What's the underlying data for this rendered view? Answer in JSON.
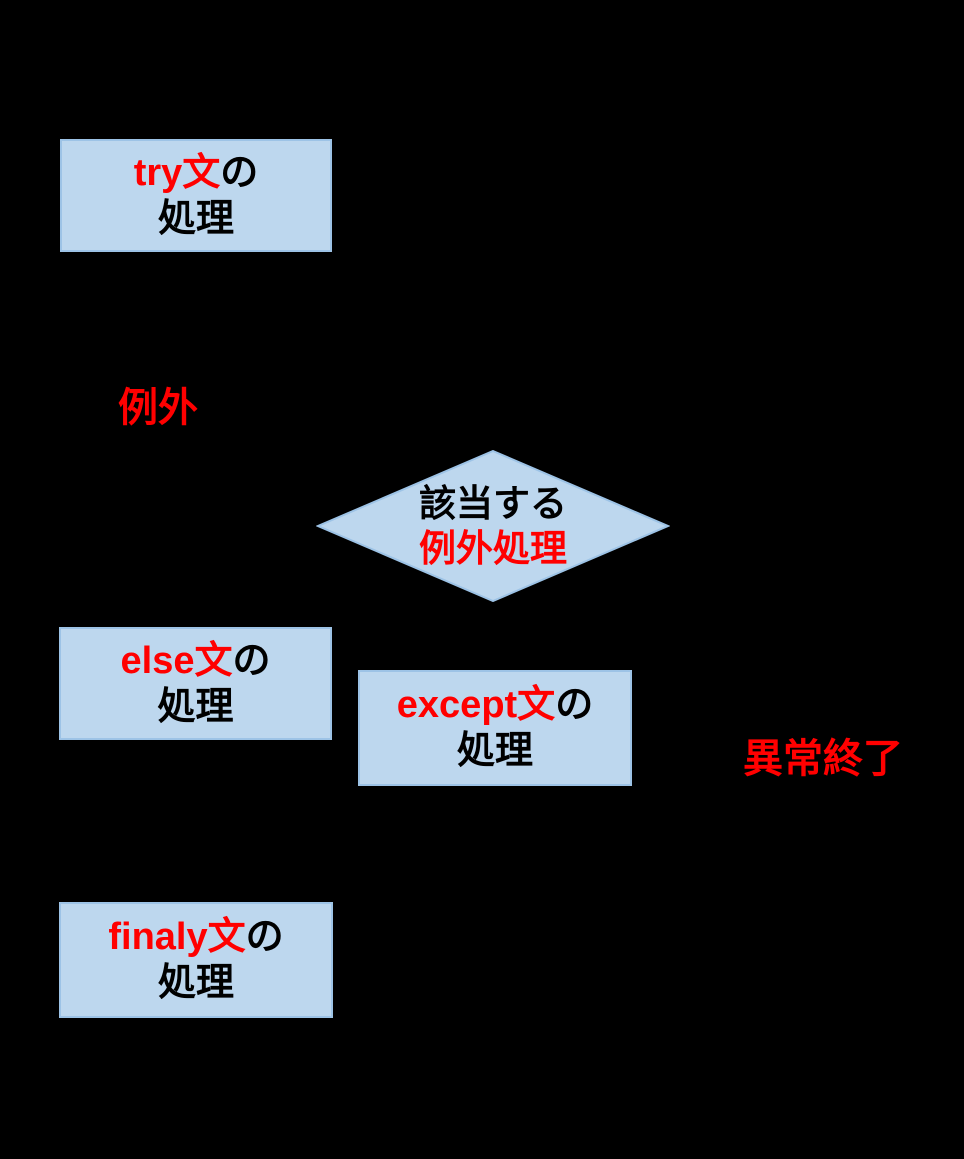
{
  "nodes": {
    "try_box": {
      "keyword": "try文",
      "suffix": "の",
      "line2": "処理"
    },
    "decision": {
      "line1": "該当する",
      "line2": "例外処理"
    },
    "else_box": {
      "keyword": "else文",
      "suffix": "の",
      "line2": "処理"
    },
    "except_box": {
      "keyword": "except文",
      "suffix": "の",
      "line2": "処理"
    },
    "finally_box": {
      "keyword": "finaly文",
      "suffix": "の",
      "line2": "処理"
    }
  },
  "labels": {
    "exception": "例外",
    "abnormal_termination": "異常終了"
  },
  "colors": {
    "background": "#000000",
    "node_fill": "#BDD7EE",
    "node_border": "#9DC3E6",
    "text_primary": "#000000",
    "text_accent": "#FF0000"
  }
}
